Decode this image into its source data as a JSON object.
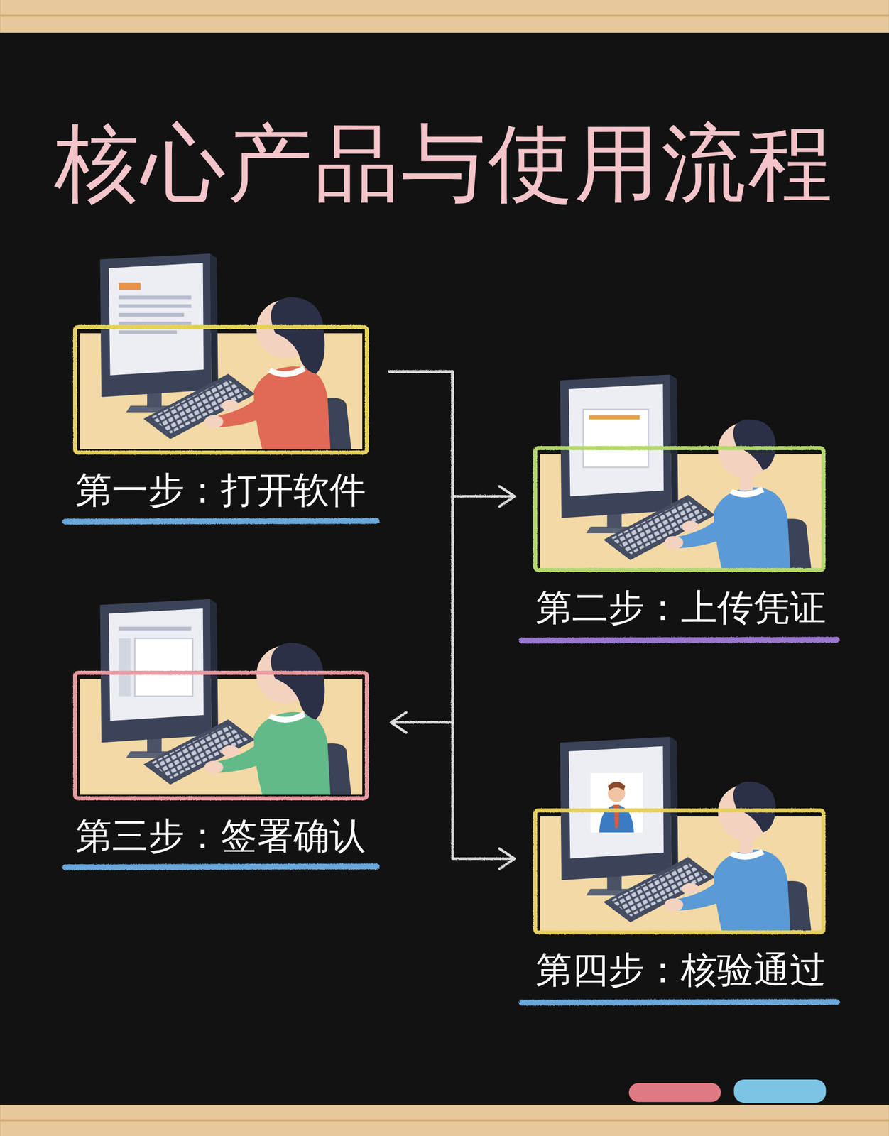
{
  "diagram": {
    "title": "核心产品与使用流程",
    "nodes": [
      {
        "text": [
          "第一步：打开软件"
        ]
      },
      {
        "text": [
          "第二步：上传凭证"
        ]
      },
      {
        "text": [
          "第三步：签署确认"
        ]
      },
      {
        "text": [
          "第四步：核验通过"
        ]
      }
    ],
    "edges": [
      {
        "from": 0,
        "to": 1,
        "arrow": "to"
      },
      {
        "from": 0,
        "to": 2,
        "arrow": "to"
      },
      {
        "from": 0,
        "to": 3,
        "arrow": "to"
      }
    ]
  }
}
